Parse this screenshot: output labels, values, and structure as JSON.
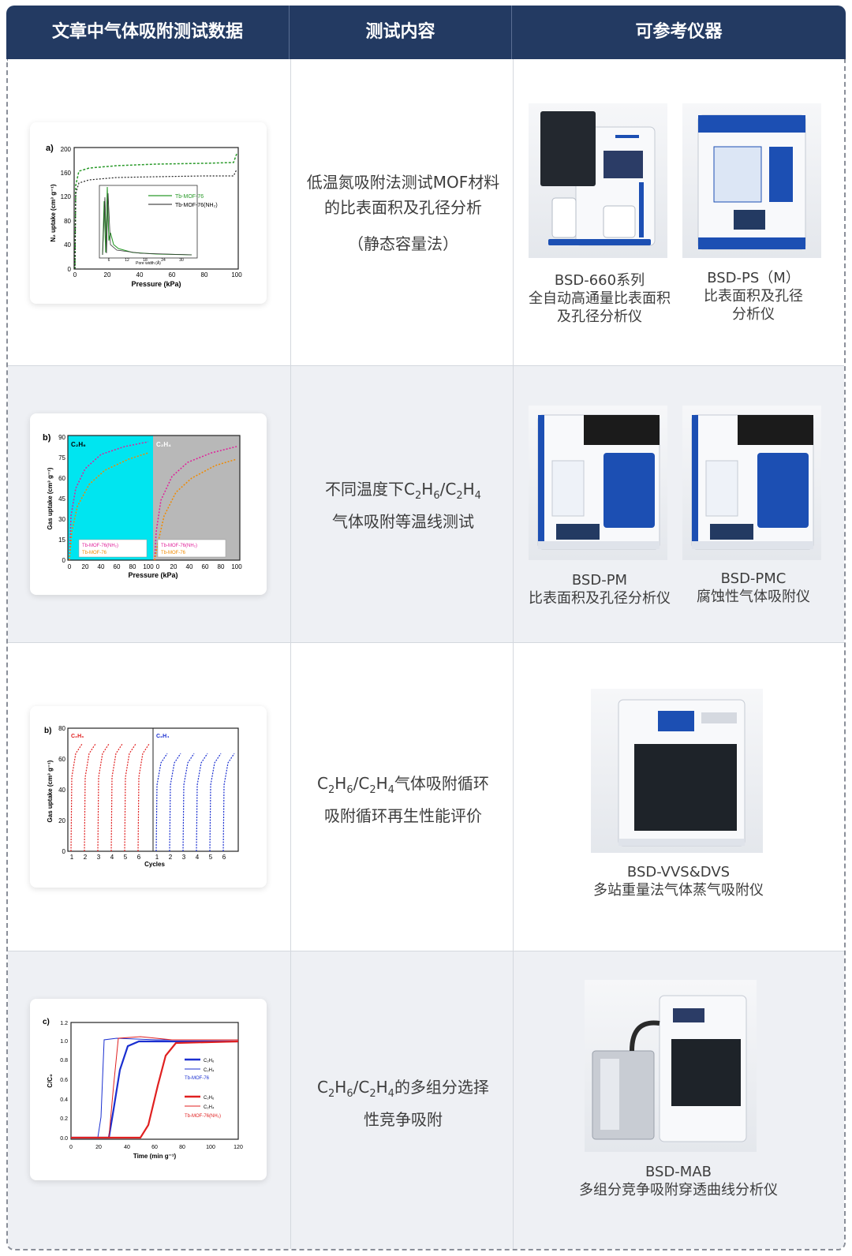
{
  "header": {
    "col1": "文章中气体吸附测试数据",
    "col2": "测试内容",
    "col3": "可参考仪器"
  },
  "rows": [
    {
      "desc_line1": "低温氮吸附法测试MOF材料",
      "desc_line2": "的比表面积及孔径分析",
      "desc_line3": "（静态容量法）",
      "graph": {
        "panel": "a)",
        "ylabel": "N₂ uptake (cm³ g⁻¹)",
        "xlabel": "Pressure (kPa)",
        "legend": [
          "Tb-MOF-76",
          "Tb-MOF-76(NH₂)"
        ],
        "yticks": [
          "0",
          "40",
          "80",
          "120",
          "160",
          "200"
        ],
        "xticks": [
          "0",
          "20",
          "40",
          "60",
          "80",
          "100"
        ],
        "inset_xlabel": "Pore width (Å)",
        "inset_xticks": [
          "6",
          "12",
          "18",
          "24",
          "30"
        ]
      },
      "instruments": [
        {
          "name": "BSD-660系列",
          "desc1": "全自动高通量比表面积",
          "desc2": "及孔径分析仪"
        },
        {
          "name": "BSD-PS（M）",
          "desc1": "比表面积及孔径",
          "desc2": "分析仪"
        }
      ]
    },
    {
      "desc_a": "不同温度下C",
      "desc_b": "2",
      "desc_c": "H",
      "desc_d": "6",
      "desc_e": "/C",
      "desc_f": "2",
      "desc_g": "H",
      "desc_h": "4",
      "desc_line2": "气体吸附等温线测试",
      "graph": {
        "panel": "b)",
        "ylabel": "Gas uptake (cm³ g⁻¹)",
        "xlabel": "Pressure (kPa)",
        "label_left": "C₂H₆",
        "label_right": "C₂H₄",
        "legend_left": [
          "Tb-MOF-76(NH₂)",
          "Tb-MOF-76"
        ],
        "legend_right": [
          "Tb-MOF-76(NH₂)",
          "Tb-MOF-76"
        ],
        "yticks": [
          "0",
          "15",
          "30",
          "45",
          "60",
          "75",
          "90"
        ],
        "xticks_left": [
          "0",
          "20",
          "40",
          "60",
          "80",
          "100"
        ],
        "xticks_right": [
          "0",
          "20",
          "40",
          "60",
          "80",
          "100"
        ]
      },
      "instruments": [
        {
          "name": "BSD-PM",
          "desc1": "比表面积及孔径分析仪",
          "desc2": ""
        },
        {
          "name": "BSD-PMC",
          "desc1": "腐蚀性气体吸附仪",
          "desc2": ""
        }
      ]
    },
    {
      "desc_a": "C",
      "desc_b": "2",
      "desc_c": "H",
      "desc_d": "6",
      "desc_e": "/C",
      "desc_f": "2",
      "desc_g": "H",
      "desc_h": "4",
      "desc_i": "气体吸附循环",
      "desc_line2": "吸附循环再生性能评价",
      "graph": {
        "panel": "b)",
        "ylabel": "Gas uptake (cm³ g⁻¹)",
        "xlabel": "Cycles",
        "label_left": "C₂H₆",
        "label_right": "C₂H₄",
        "yticks": [
          "0",
          "20",
          "40",
          "60",
          "80"
        ],
        "xticks_left": [
          "1",
          "2",
          "3",
          "4",
          "5",
          "6"
        ],
        "xticks_right": [
          "1",
          "2",
          "3",
          "4",
          "5",
          "6"
        ]
      },
      "instruments": [
        {
          "name": "BSD-VVS&DVS",
          "desc1": "多站重量法气体蒸气吸附仪",
          "desc2": ""
        }
      ]
    },
    {
      "desc_a": "C",
      "desc_b": "2",
      "desc_c": "H",
      "desc_d": "6",
      "desc_e": "/C",
      "desc_f": "2",
      "desc_g": "H",
      "desc_h": "4",
      "desc_i": "的多组分选择",
      "desc_line2": "性竞争吸附",
      "graph": {
        "panel": "c)",
        "ylabel": "C/C₀",
        "xlabel": "Time (min g⁻¹)",
        "legend": [
          "C₂H₆",
          "C₂H₄",
          "Tb-MOF-76",
          "C₂H₆",
          "C₂H₄",
          "Tb-MOF-76(NH₂)"
        ],
        "yticks": [
          "0.0",
          "0.2",
          "0.4",
          "0.6",
          "0.8",
          "1.0",
          "1.2"
        ],
        "xticks": [
          "0",
          "20",
          "40",
          "60",
          "80",
          "100",
          "120"
        ]
      },
      "instruments": [
        {
          "name": "BSD-MAB",
          "desc1": "多组分竞争吸附穿透曲线分析仪",
          "desc2": ""
        }
      ]
    }
  ],
  "colors": {
    "header_bg": "#233a62",
    "row_alt": "#eef0f4",
    "green": "#2a9a2a",
    "red": "#e02020",
    "blue": "#1a2fd0",
    "orange": "#f08a00",
    "magenta": "#e0209a",
    "cyan": "#00e5f0"
  }
}
